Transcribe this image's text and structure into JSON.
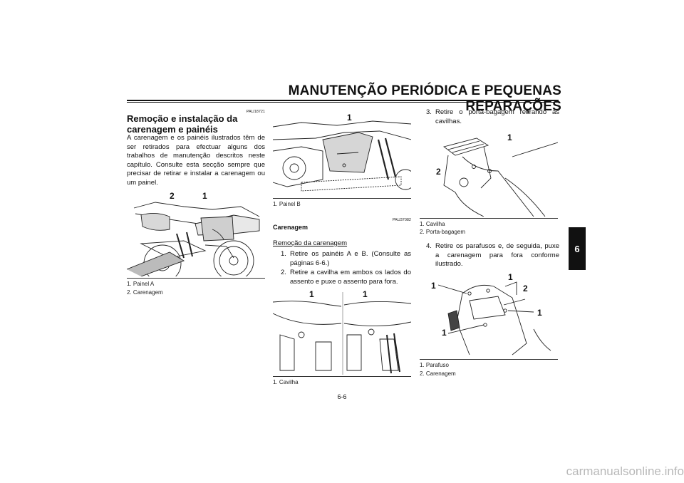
{
  "header": {
    "title": "MANUTENÇÃO PERIÓDICA E PEQUENAS REPARAÇÕES",
    "chapter_tab": "6"
  },
  "col1": {
    "code": "PAU18721",
    "heading": "Remoção e instalação da carenagem e painéis",
    "paragraph": "A carenagem e os painéis ilustrados têm de ser retirados para efectuar alguns dos trabalhos de manutenção descritos neste capítulo. Consulte esta secção sempre que precisar de retirar e instalar a carenagem ou um painel.",
    "figure": {
      "callouts": [
        "2",
        "1"
      ]
    },
    "captions": [
      "1. Painel A",
      "2. Carenagem"
    ]
  },
  "col2": {
    "figure_top": {
      "callouts": [
        "1"
      ]
    },
    "caption_top": "1. Painel B",
    "code": "PAU37082",
    "heading": "Carenagem",
    "subheading": "Remoção da carenagem",
    "steps": [
      {
        "num": "1.",
        "text": "Retire os painéis A e B. (Consulte as páginas 6-6.)"
      },
      {
        "num": "2.",
        "text": "Retire a cavilha em ambos os lados do assento e puxe o assento para fora."
      }
    ],
    "figure_bottom": {
      "callouts": [
        "1",
        "1"
      ]
    },
    "caption_bottom": "1. Cavilha"
  },
  "col3": {
    "steps": [
      {
        "num": "3.",
        "text": "Retire o porta-bagagem retirando as cavilhas."
      },
      {
        "num": "4.",
        "text": "Retire os parafusos e, de seguida, puxe a carenagem para fora conforme ilustrado."
      }
    ],
    "figure_top": {
      "callouts": [
        "1",
        "2"
      ]
    },
    "captions_top": [
      "1. Cavilha",
      "2. Porta-bagagem"
    ],
    "figure_bottom": {
      "callouts": [
        "1",
        "1",
        "2",
        "1",
        "1"
      ]
    },
    "captions_bottom": [
      "1. Parafuso",
      "2. Carenagem"
    ]
  },
  "footer": {
    "page_number": "6-6",
    "watermark": "carmanualsonline.info"
  }
}
